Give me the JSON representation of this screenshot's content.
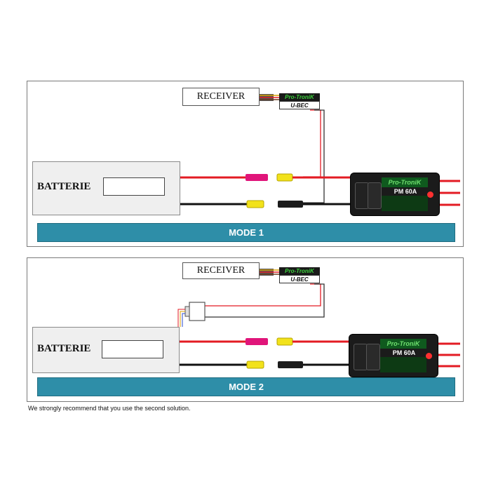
{
  "mode1": {
    "receiver_label": "RECEIVER",
    "battery_label": "BATTERIE",
    "ubec": {
      "brand": "Pro-TroniK",
      "model": "U-BEC"
    },
    "esc": {
      "brand": "Pro-TroniK",
      "model": "PM 60A"
    },
    "mode_label": "MODE 1"
  },
  "mode2": {
    "receiver_label": "RECEIVER",
    "battery_label": "BATTERIE",
    "ubec": {
      "brand": "Pro-TroniK",
      "model": "U-BEC"
    },
    "esc": {
      "brand": "Pro-TroniK",
      "model": "PM 60A"
    },
    "mode_label": "MODE 2"
  },
  "recommendation": "We strongly recommend that you use the second solution.",
  "colors": {
    "positive_wire": "#e31b23",
    "negative_wire": "#111111",
    "mode_bar": "#2e8ea8",
    "connector_yellow": "#f2e21b",
    "connector_pink": "#e0157a",
    "bec_green": "#3cd23c"
  }
}
